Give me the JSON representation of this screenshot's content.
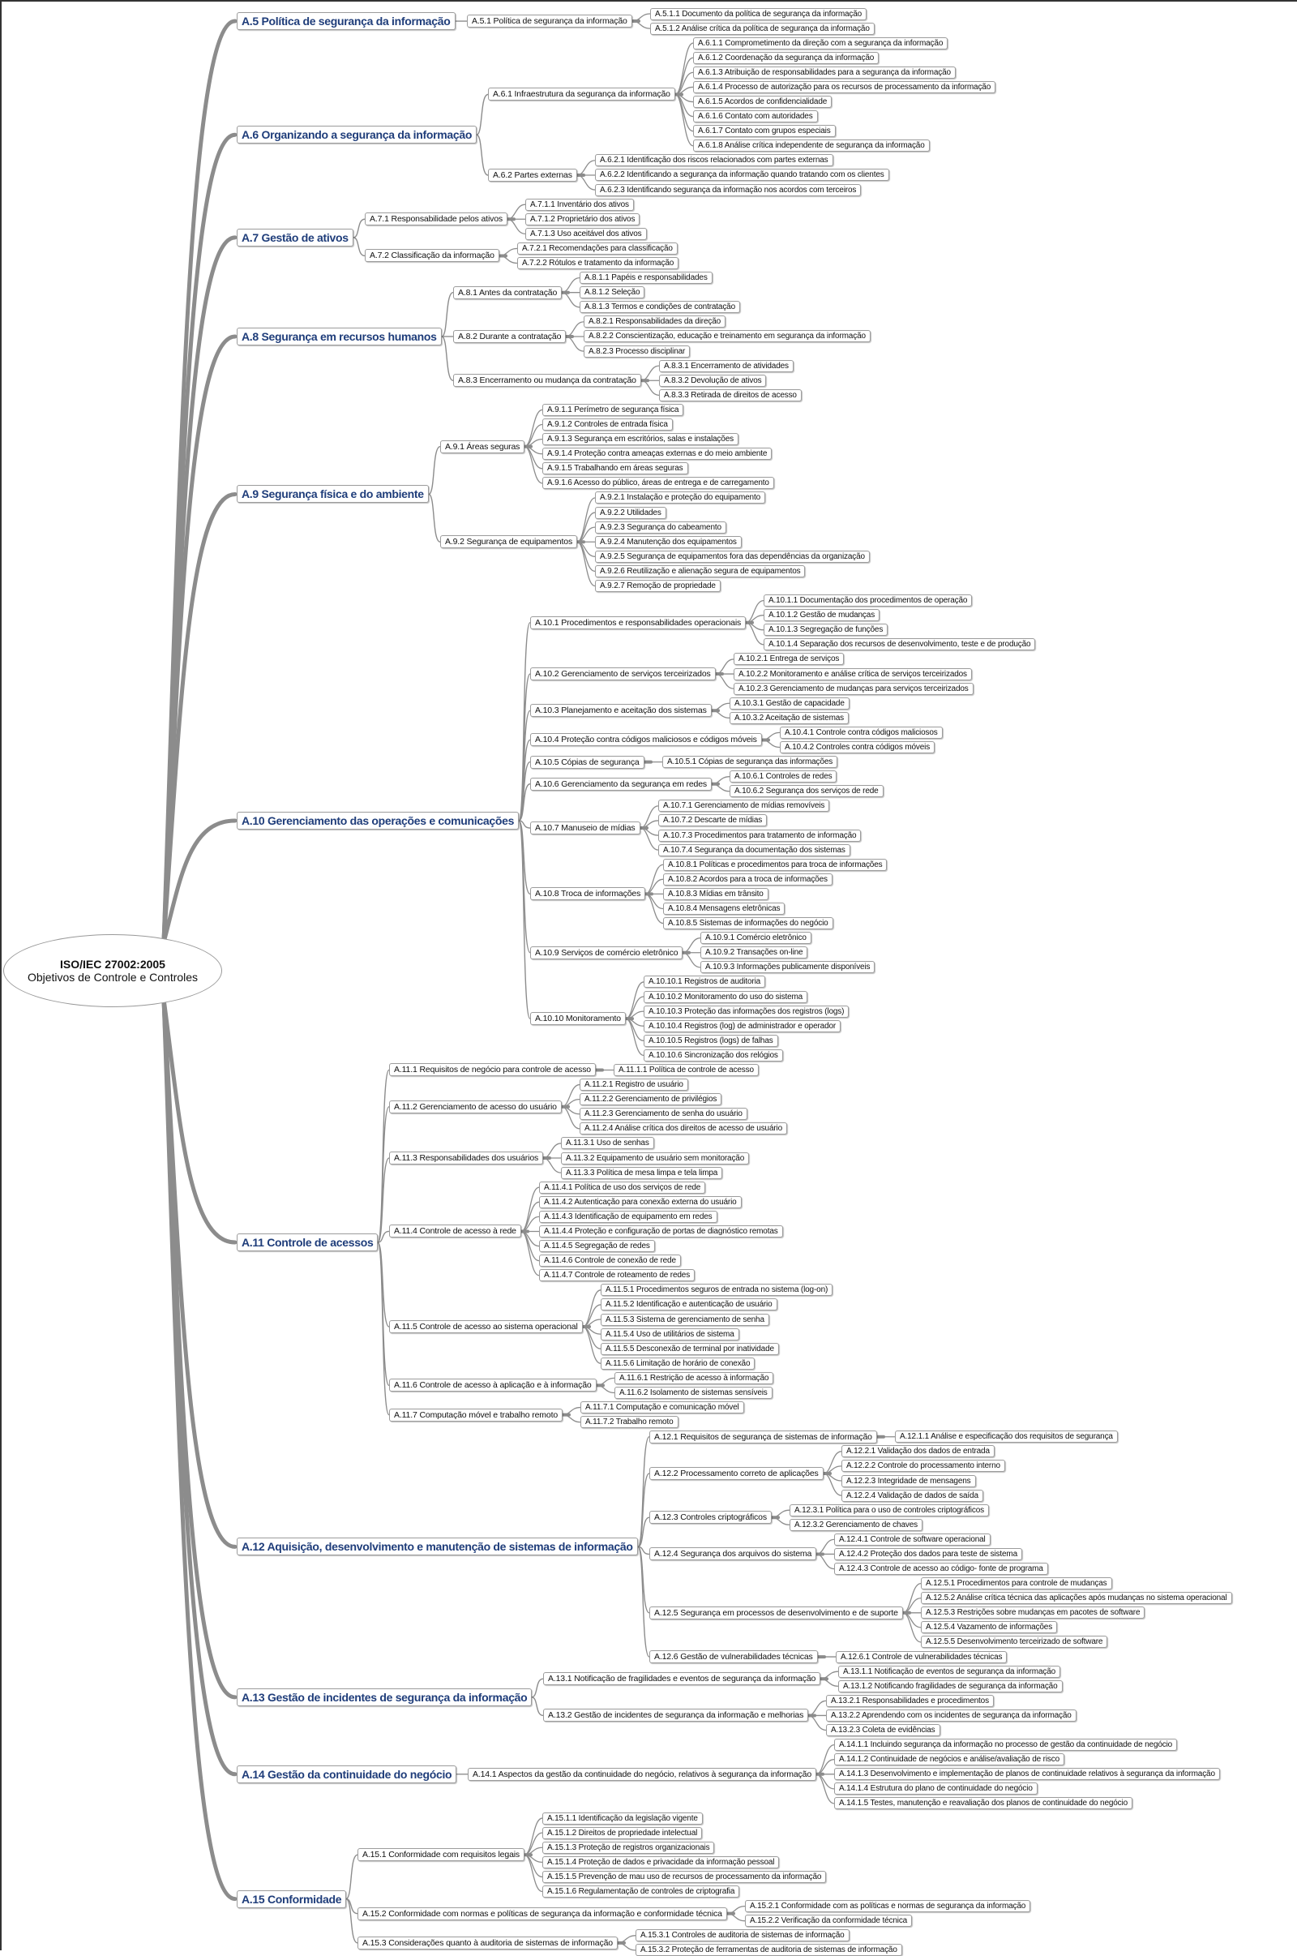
{
  "root": {
    "title": "ISO/IEC 27002:2005",
    "subtitle": "Objetivos de Controle e Controles"
  },
  "colors": {
    "section_text": "#1f3d7a",
    "connector": "#8c8c8c",
    "box_border": "#9c9c9c"
  },
  "sections": [
    {
      "label": "A.5 Política de segurança da informação",
      "groups": [
        {
          "label": "A.5.1 Política de segurança da informação",
          "controls": [
            "A.5.1.1 Documento da política de segurança da informação",
            "A.5.1.2 Análise crítica da política de segurança da informação"
          ]
        }
      ]
    },
    {
      "label": "A.6 Organizando a segurança da informação",
      "groups": [
        {
          "label": "A.6.1 Infraestrutura da segurança da informação",
          "controls": [
            "A.6.1.1 Comprometimento da direção com a segurança da informação",
            "A.6.1.2 Coordenação da segurança da informação",
            "A.6.1.3 Atribuição de responsabilidades para a segurança da informação",
            "A.6.1.4 Processo de autorização para os recursos de processamento da informação",
            "A.6.1.5 Acordos de confidencialidade",
            "A.6.1.6 Contato com autoridades",
            "A.6.1.7 Contato com grupos especiais",
            "A.6.1.8 Análise crítica independente de segurança da informação"
          ]
        },
        {
          "label": "A.6.2 Partes externas",
          "controls": [
            "A.6.2.1 Identificação dos riscos relacionados com partes externas",
            "A.6.2.2 Identificando a segurança da informação quando tratando com os clientes",
            "A.6.2.3 Identificando segurança da informação nos acordos com terceiros"
          ]
        }
      ]
    },
    {
      "label": "A.7 Gestão de ativos",
      "groups": [
        {
          "label": "A.7.1 Responsabilidade pelos ativos",
          "controls": [
            "A.7.1.1 Inventário dos ativos",
            "A.7.1.2 Proprietário dos ativos",
            "A.7.1.3 Uso aceitável dos ativos"
          ]
        },
        {
          "label": "A.7.2 Classificação da informação",
          "controls": [
            "A.7.2.1 Recomendações para classificação",
            "A.7.2.2 Rótulos e tratamento da informação"
          ]
        }
      ]
    },
    {
      "label": "A.8 Segurança em recursos humanos",
      "groups": [
        {
          "label": "A.8.1 Antes da contratação",
          "controls": [
            "A.8.1.1 Papéis e responsabilidades",
            "A.8.1.2 Seleção",
            "A.8.1.3 Termos e condições de contratação"
          ]
        },
        {
          "label": "A.8.2 Durante a contratação",
          "controls": [
            "A.8.2.1 Responsabilidades da direção",
            "A.8.2.2 Conscientização, educação e treinamento em segurança da informação",
            "A.8.2.3 Processo disciplinar"
          ]
        },
        {
          "label": "A.8.3 Encerramento ou mudança da contratação",
          "controls": [
            "A.8.3.1 Encerramento de atividades",
            "A.8.3.2 Devolução de ativos",
            "A.8.3.3 Retirada de direitos de acesso"
          ]
        }
      ]
    },
    {
      "label": "A.9 Segurança física e do ambiente",
      "groups": [
        {
          "label": "A.9.1 Áreas seguras",
          "controls": [
            "A.9.1.1 Perímetro de segurança física",
            "A.9.1.2 Controles de entrada física",
            "A.9.1.3 Segurança em escritórios, salas e instalações",
            "A.9.1.4 Proteção contra ameaças externas e do meio ambiente",
            "A.9.1.5 Trabalhando em áreas seguras",
            "A.9.1.6 Acesso do público, áreas de entrega e de carregamento"
          ]
        },
        {
          "label": "A.9.2 Segurança de equipamentos",
          "controls": [
            "A.9.2.1 Instalação e proteção do equipamento",
            "A.9.2.2 Utilidades",
            "A.9.2.3 Segurança do cabeamento",
            "A.9.2.4 Manutenção dos equipamentos",
            "A.9.2.5 Segurança de equipamentos fora das dependências da organização",
            "A.9.2.6 Reutilização e alienação segura de equipamentos",
            "A.9.2.7 Remoção de propriedade"
          ]
        }
      ]
    },
    {
      "label": "A.10 Gerenciamento das operações e comunicações",
      "groups": [
        {
          "label": "A.10.1 Procedimentos e responsabilidades operacionais",
          "controls": [
            "A.10.1.1 Documentação dos procedimentos de operação",
            "A.10.1.2 Gestão de mudanças",
            "A.10.1.3 Segregação de funções",
            "A.10.1.4 Separação dos recursos de desenvolvimento, teste e de produção"
          ]
        },
        {
          "label": "A.10.2 Gerenciamento de serviços terceirizados",
          "controls": [
            "A.10.2.1 Entrega de serviços",
            "A.10.2.2 Monitoramento e análise crítica de serviços terceirizados",
            "A.10.2.3 Gerenciamento de mudanças para serviços terceirizados"
          ]
        },
        {
          "label": "A.10.3 Planejamento e aceitação dos sistemas",
          "controls": [
            "A.10.3.1 Gestão de capacidade",
            "A.10.3.2 Aceitação de sistemas"
          ]
        },
        {
          "label": "A.10.4 Proteção contra códigos maliciosos e códigos móveis",
          "controls": [
            "A.10.4.1 Controle contra códigos maliciosos",
            "A.10.4.2 Controles contra códigos móveis"
          ]
        },
        {
          "label": "A.10.5 Cópias de segurança",
          "controls": [
            "A.10.5.1 Cópias de segurança das informações"
          ]
        },
        {
          "label": "A.10.6 Gerenciamento da segurança em redes",
          "controls": [
            "A.10.6.1 Controles de redes",
            "A.10.6.2 Segurança dos serviços de rede"
          ]
        },
        {
          "label": "A.10.7 Manuseio de mídias",
          "controls": [
            "A.10.7.1 Gerenciamento de mídias removíveis",
            "A.10.7.2 Descarte de mídias",
            "A.10.7.3 Procedimentos para tratamento de informação",
            "A.10.7.4 Segurança da documentação dos sistemas"
          ]
        },
        {
          "label": "A.10.8 Troca de informações",
          "controls": [
            "A.10.8.1 Políticas e procedimentos para troca de informações",
            "A.10.8.2 Acordos para a troca de informações",
            "A.10.8.3 Mídias em trânsito",
            "A.10.8.4 Mensagens eletrônicas",
            "A.10.8.5 Sistemas de informações do negócio"
          ]
        },
        {
          "label": "A.10.9 Serviços de comércio eletrônico",
          "controls": [
            "A.10.9.1 Comércio eletrônico",
            "A.10.9.2 Transações on-line",
            "A.10.9.3 Informações publicamente disponíveis"
          ]
        },
        {
          "label": "A.10.10 Monitoramento",
          "controls": [
            "A.10.10.1 Registros de auditoria",
            "A.10.10.2 Monitoramento do uso do sistema",
            "A.10.10.3 Proteção das informações dos registros (logs)",
            "A.10.10.4 Registros (log) de administrador e operador",
            "A.10.10.5 Registros (logs) de falhas",
            "A.10.10.6 Sincronização dos relógios"
          ]
        }
      ]
    },
    {
      "label": "A.11 Controle de acessos",
      "groups": [
        {
          "label": "A.11.1 Requisitos de negócio para controle de acesso",
          "controls": [
            "A.11.1.1 Política de controle de acesso"
          ]
        },
        {
          "label": "A.11.2 Gerenciamento de acesso do usuário",
          "controls": [
            "A.11.2.1 Registro de usuário",
            "A.11.2.2 Gerenciamento de privilégios",
            "A.11.2.3 Gerenciamento de senha do usuário",
            "A.11.2.4 Análise crítica dos direitos de acesso de usuário"
          ]
        },
        {
          "label": "A.11.3 Responsabilidades dos usuários",
          "controls": [
            "A.11.3.1 Uso de senhas",
            "A.11.3.2 Equipamento de usuário sem monitoração",
            "A.11.3.3 Política de mesa limpa e tela limpa"
          ]
        },
        {
          "label": "A.11.4 Controle de acesso à rede",
          "controls": [
            "A.11.4.1 Política de uso dos serviços de rede",
            "A.11.4.2 Autenticação para conexão externa do usuário",
            "A.11.4.3 Identificação de equipamento em redes",
            "A.11.4.4 Proteção e configuração de portas de diagnóstico remotas",
            "A.11.4.5 Segregação de redes",
            "A.11.4.6 Controle de conexão de rede",
            "A.11.4.7 Controle de roteamento de redes"
          ]
        },
        {
          "label": "A.11.5 Controle de acesso ao sistema operacional",
          "controls": [
            "A.11.5.1 Procedimentos seguros de entrada no sistema (log-on)",
            "A.11.5.2 Identificação e autenticação de usuário",
            "A.11.5.3 Sistema de gerenciamento de senha",
            "A.11.5.4 Uso de utilitários de sistema",
            "A.11.5.5 Desconexão de terminal por inatividade",
            "A.11.5.6 Limitação de horário de conexão"
          ]
        },
        {
          "label": "A.11.6 Controle de acesso à aplicação e à informação",
          "controls": [
            "A.11.6.1 Restrição de acesso à informação",
            "A.11.6.2 Isolamento de sistemas sensíveis"
          ]
        },
        {
          "label": "A.11.7 Computação móvel e trabalho remoto",
          "controls": [
            "A.11.7.1 Computação e comunicação móvel",
            "A.11.7.2 Trabalho remoto"
          ]
        }
      ]
    },
    {
      "label": "A.12 Aquisição, desenvolvimento e manutenção de sistemas de informação",
      "groups": [
        {
          "label": "A.12.1 Requisitos de segurança de sistemas de informação",
          "controls": [
            "A.12.1.1 Análise e especificação dos requisitos de segurança"
          ]
        },
        {
          "label": "A.12.2 Processamento correto de aplicações",
          "controls": [
            "A.12.2.1 Validação dos dados de entrada",
            "A.12.2.2 Controle do processamento interno",
            "A.12.2.3 Integridade de mensagens",
            "A.12.2.4 Validação de dados de saída"
          ]
        },
        {
          "label": "A.12.3 Controles criptográficos",
          "controls": [
            "A.12.3.1 Política para o uso de controles criptográficos",
            "A.12.3.2 Gerenciamento de chaves"
          ]
        },
        {
          "label": "A.12.4 Segurança dos arquivos do sistema",
          "controls": [
            "A.12.4.1 Controle de software operacional",
            "A.12.4.2 Proteção dos dados para teste de sistema",
            "A.12.4.3 Controle de acesso ao código- fonte de programa"
          ]
        },
        {
          "label": "A.12.5 Segurança em processos de desenvolvimento e de suporte",
          "controls": [
            "A.12.5.1 Procedimentos para controle de mudanças",
            "A.12.5.2 Análise crítica técnica das aplicações após mudanças no sistema operacional",
            "A.12.5.3 Restrições sobre mudanças em pacotes de software",
            "A.12.5.4 Vazamento de informações",
            "A.12.5.5 Desenvolvimento terceirizado de software"
          ]
        },
        {
          "label": "A.12.6 Gestão de vulnerabilidades técnicas",
          "controls": [
            "A.12.6.1 Controle de vulnerabilidades técnicas"
          ]
        }
      ]
    },
    {
      "label": "A.13 Gestão de incidentes de segurança da informação",
      "groups": [
        {
          "label": "A.13.1 Notificação de fragilidades e eventos de segurança da informação",
          "controls": [
            "A.13.1.1 Notificação de eventos de segurança da informação",
            "A.13.1.2 Notificando fragilidades de segurança da informação"
          ]
        },
        {
          "label": "A.13.2 Gestão de incidentes de segurança da informação e melhorias",
          "controls": [
            "A.13.2.1 Responsabilidades e procedimentos",
            "A.13.2.2 Aprendendo com os incidentes de segurança da informação",
            "A.13.2.3 Coleta de evidências"
          ]
        }
      ]
    },
    {
      "label": "A.14 Gestão da continuidade do negócio",
      "groups": [
        {
          "label": "A.14.1 Aspectos da gestão da continuidade do negócio, relativos à segurança da informação",
          "controls": [
            "A.14.1.1 Incluindo segurança da informação no processo de gestão da continuidade de negócio",
            "A.14.1.2 Continuidade de negócios e análise/avaliação de risco",
            "A.14.1.3 Desenvolvimento e implementação de planos de continuidade relativos à segurança da informação",
            "A.14.1.4 Estrutura do plano de continuidade do negócio",
            "A.14.1.5 Testes, manutenção e reavaliação dos planos de continuidade do negócio"
          ]
        }
      ]
    },
    {
      "label": "A.15 Conformidade",
      "groups": [
        {
          "label": "A.15.1 Conformidade com requisitos legais",
          "controls": [
            "A.15.1.1 Identificação da legislação vigente",
            "A.15.1.2 Direitos de propriedade intelectual",
            "A.15.1.3 Proteção de registros organizacionais",
            "A.15.1.4 Proteção de dados e privacidade da informação pessoal",
            "A.15.1.5 Prevenção de mau uso de recursos de processamento da informação",
            "A.15.1.6 Regulamentação de controles de criptografia"
          ]
        },
        {
          "label": "A.15.2 Conformidade com normas e políticas de segurança da informação e conformidade técnica",
          "controls": [
            "A.15.2.1 Conformidade com as políticas e normas de segurança da informação",
            "A.15.2.2 Verificação da conformidade técnica"
          ]
        },
        {
          "label": "A.15.3 Considerações quanto à auditoria de sistemas de informação",
          "controls": [
            "A.15.3.1 Controles de auditoria de sistemas de informação",
            "A.15.3.2 Proteção de ferramentas de auditoria de sistemas de informação"
          ]
        }
      ]
    }
  ]
}
